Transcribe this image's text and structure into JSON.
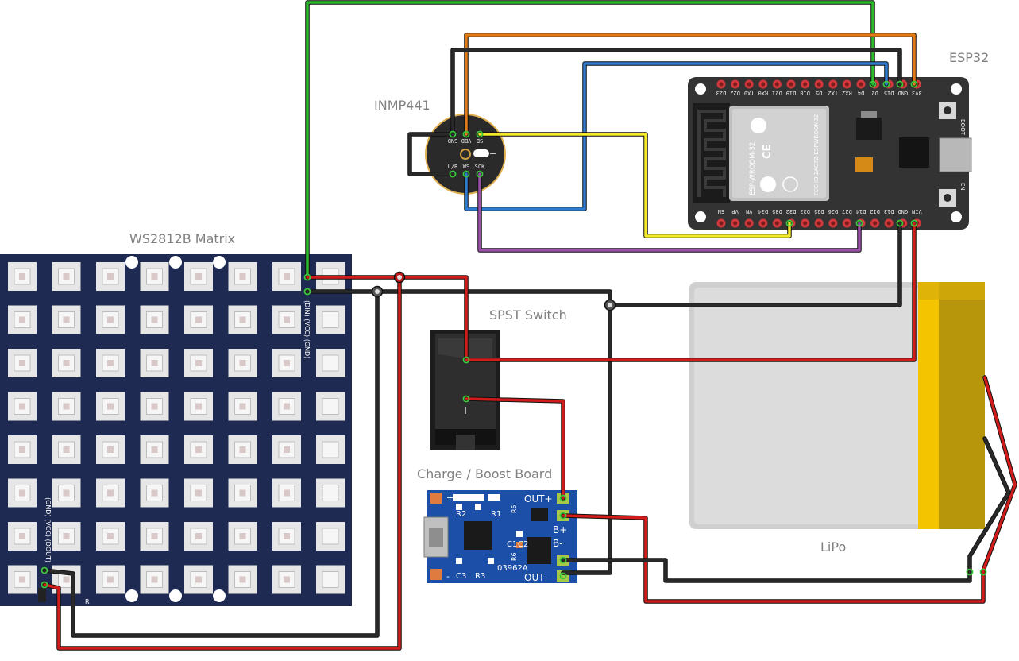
{
  "labels": {
    "esp32": "ESP32",
    "inmp441": "INMP441",
    "matrix": "WS2812B Matrix",
    "switch": "SPST Switch",
    "charger": "Charge / Boost Board",
    "lipo": "LiPo"
  },
  "esp32": {
    "top_pins": [
      "D23",
      "D22",
      "TX0",
      "RX0",
      "D21",
      "D19",
      "D18",
      "D5",
      "TX2",
      "RX2",
      "D4",
      "D2",
      "D15",
      "GND",
      "3V3"
    ],
    "bottom_pins": [
      "EN",
      "VP",
      "VN",
      "D34",
      "D35",
      "D32",
      "D33",
      "D25",
      "D26",
      "D27",
      "D14",
      "D12",
      "D13",
      "GND",
      "VIN"
    ],
    "module_text": [
      "ESP-WROOM-32",
      "FCC ID:2AC7Z-ESPWROOM32"
    ],
    "boot_label": "BOOT",
    "en_label": "EN"
  },
  "inmp441": {
    "top_pins": [
      "GND",
      "VDD",
      "SD"
    ],
    "bottom_pins": [
      "L/R",
      "WS",
      "SCK"
    ]
  },
  "matrix": {
    "rows": 8,
    "cols": 8,
    "input_text": "(DIN) (VCC) (GND)",
    "output_text": "(GND) (VCC) (DOUT)",
    "corner_mark": "R"
  },
  "switch": {
    "on_mark": "I"
  },
  "charger": {
    "out_plus": "OUT+",
    "out_minus": "OUT-",
    "b_plus": "B+",
    "b_minus": "B-",
    "plus": "+",
    "minus": "-",
    "refs": [
      "R2",
      "R1",
      "R5",
      "C1",
      "C2",
      "R6",
      "C3",
      "R3",
      "03962A"
    ]
  },
  "wire_colors": {
    "red": "#d21c1c",
    "black": "#2a2a2a",
    "green": "#2dbb2d",
    "orange": "#e07b17",
    "blue": "#2f7bd0",
    "yellow": "#f2ea2a",
    "purple": "#9a50a8"
  }
}
